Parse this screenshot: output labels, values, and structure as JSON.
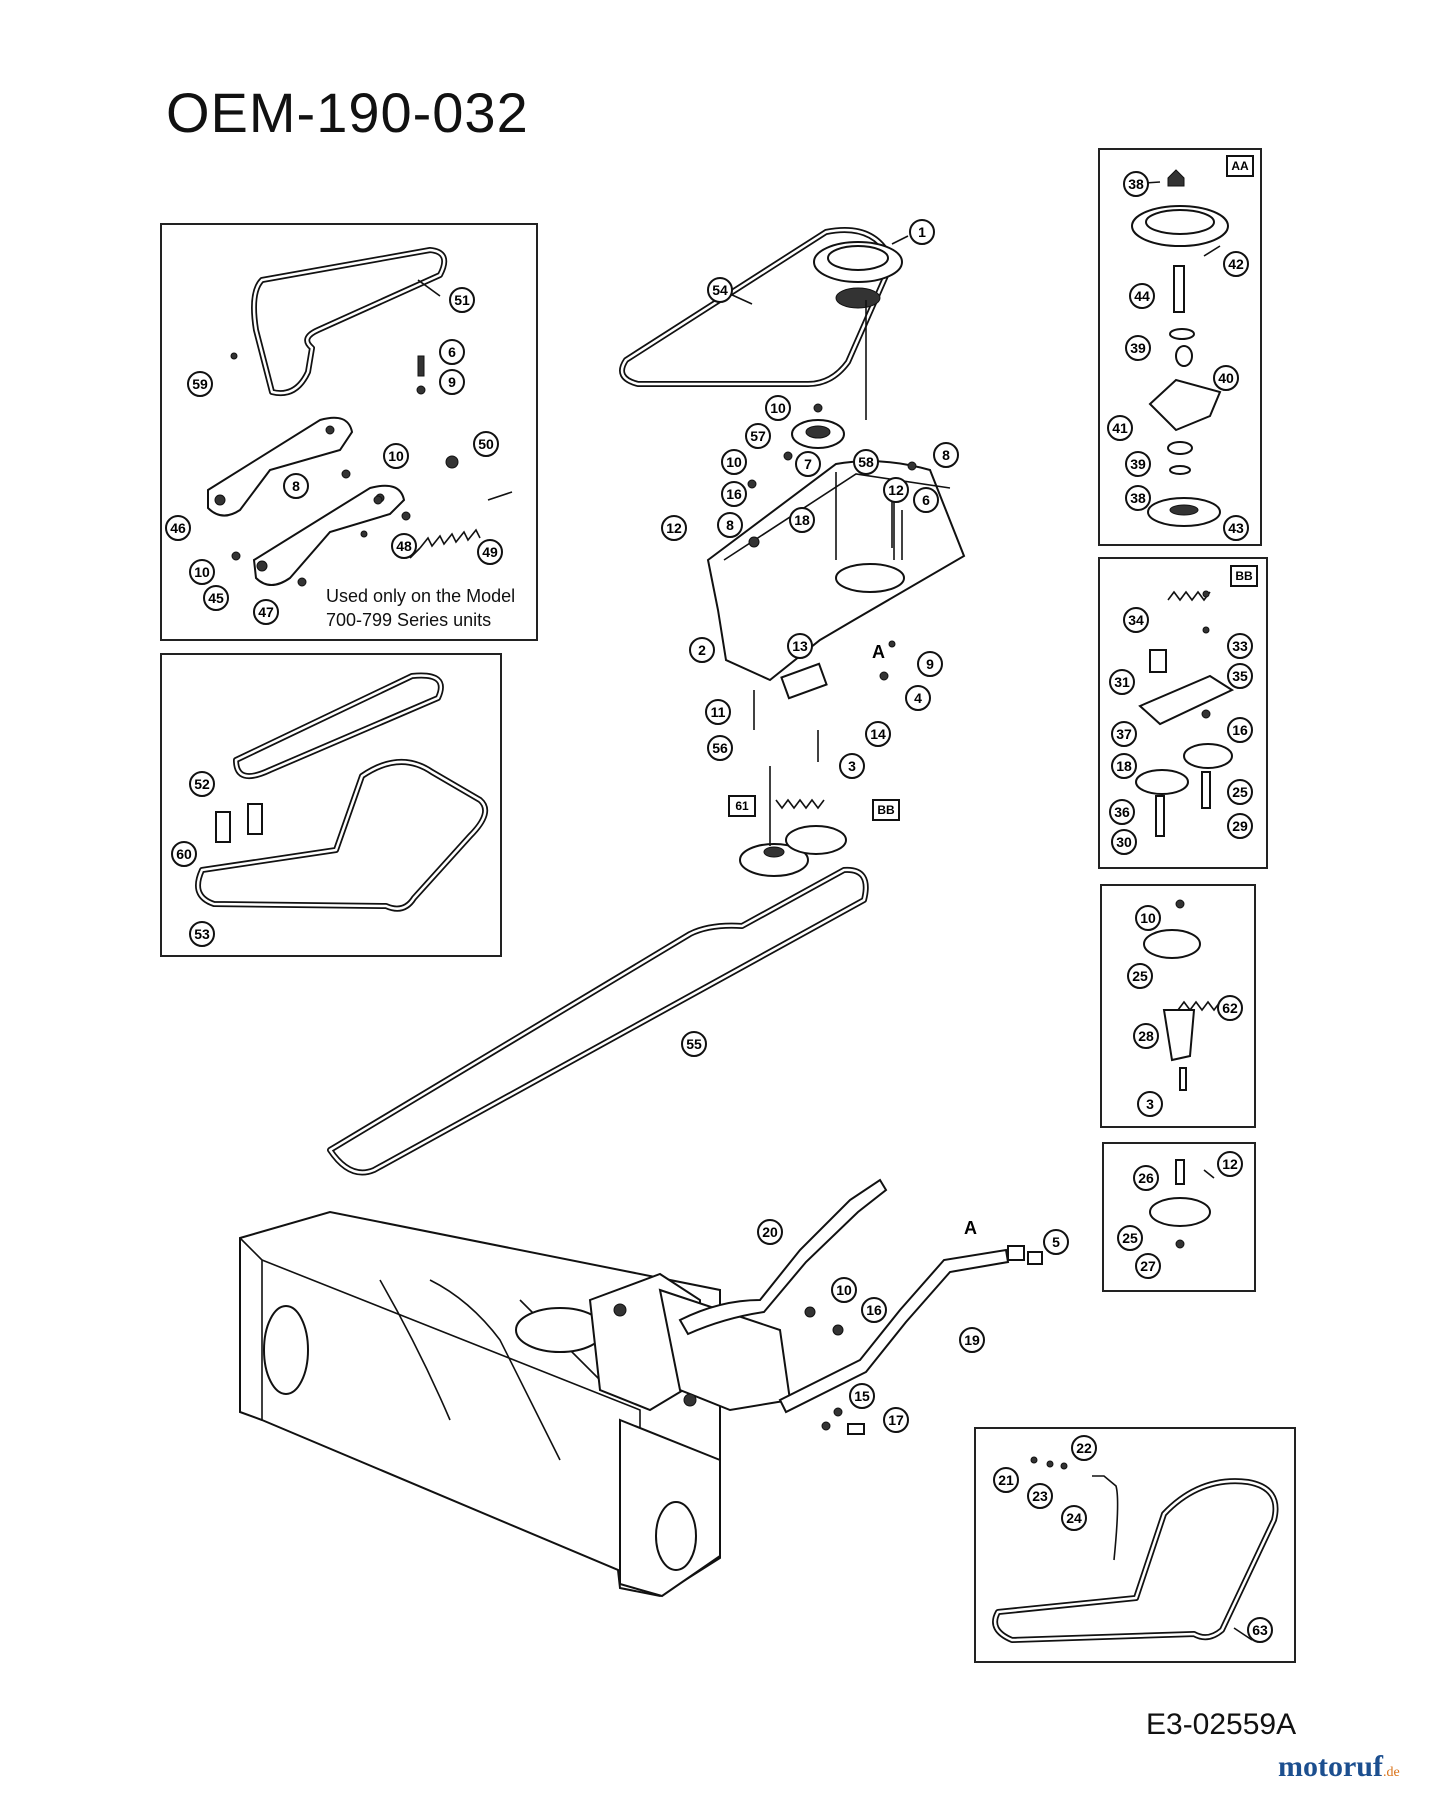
{
  "header": {
    "title": "OEM-190-032"
  },
  "footer": {
    "drawing_code": "E3-02559A",
    "watermark_main": "motoruf",
    "watermark_tld": ".de"
  },
  "note": {
    "line1": "Used only on the Model",
    "line2": "700-799 Series units"
  },
  "detail_tags": [
    "AA",
    "BB",
    "61",
    "A"
  ],
  "callouts": {
    "main_drive": [
      "1",
      "54",
      "10",
      "57",
      "10",
      "7",
      "58",
      "8",
      "16",
      "12",
      "6",
      "12",
      "8",
      "18",
      "2",
      "13",
      "9",
      "11",
      "4",
      "56",
      "14",
      "3"
    ],
    "auger_belt": [
      "61",
      "BB",
      "55"
    ],
    "lower": [
      "20",
      "10",
      "16",
      "19",
      "5",
      "15",
      "17"
    ],
    "panel_top_left": [
      "51",
      "59",
      "6",
      "9",
      "50",
      "10",
      "8",
      "46",
      "48",
      "10",
      "49",
      "45",
      "47"
    ],
    "panel_belts": [
      "52",
      "60",
      "53"
    ],
    "panel_AA": [
      "38",
      "AA",
      "42",
      "44",
      "39",
      "40",
      "41",
      "39",
      "38",
      "43"
    ],
    "panel_BB": [
      "BB",
      "34",
      "33",
      "35",
      "31",
      "16",
      "37",
      "18",
      "25",
      "36",
      "29",
      "30"
    ],
    "panel_idler": [
      "10",
      "25",
      "62",
      "28",
      "3"
    ],
    "panel_pulley": [
      "26",
      "12",
      "25",
      "27"
    ],
    "panel_63": [
      "22",
      "21",
      "23",
      "24",
      "63"
    ]
  }
}
